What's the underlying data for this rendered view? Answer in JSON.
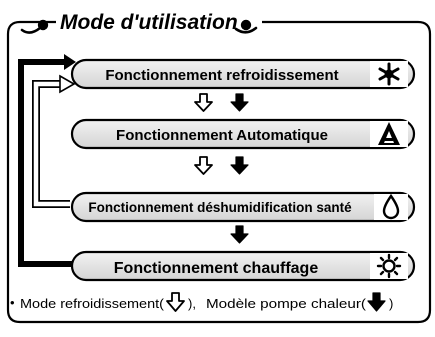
{
  "title": "Mode d'utilisation",
  "modes": [
    {
      "label": "Fonctionnement refroidissement",
      "icon": "snowflake-icon"
    },
    {
      "label": "Fonctionnement Automatique",
      "icon": "auto-mode-icon"
    },
    {
      "label": "Fonctionnement déshumidification santé",
      "icon": "droplet-icon"
    },
    {
      "label": "Fonctionnement chauffage",
      "icon": "sun-icon"
    }
  ],
  "legend": {
    "bullet": "•",
    "cooling_text": "Mode refroidissement(",
    "separator": "),",
    "heatpump_text": "Modèle pompe chaleur(",
    "close": ")"
  },
  "colors": {
    "frame": "#000000",
    "pill_fill": "#e4e4e4",
    "icon_box": "#ffffff"
  }
}
